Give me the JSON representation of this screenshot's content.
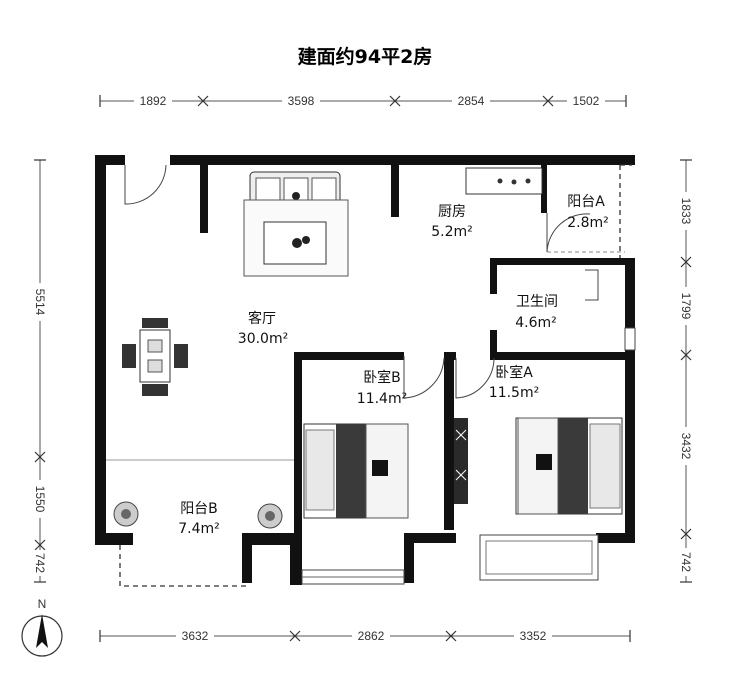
{
  "title": "建面约94平2房",
  "dims": {
    "top": [
      "1892",
      "3598",
      "2854",
      "1502"
    ],
    "bottom": [
      "3632",
      "2862",
      "3352"
    ],
    "left": [
      "5514",
      "1550",
      "742"
    ],
    "right": [
      "1833",
      "1799",
      "3432",
      "742"
    ]
  },
  "rooms": {
    "living": {
      "name": "客厅",
      "area": "30.0m²"
    },
    "kitchen": {
      "name": "厨房",
      "area": "5.2m²"
    },
    "balcony_a": {
      "name": "阳台A",
      "area": "2.8m²"
    },
    "bathroom": {
      "name": "卫生间",
      "area": "4.6m²"
    },
    "bedroom_a": {
      "name": "卧室A",
      "area": "11.5m²"
    },
    "bedroom_b": {
      "name": "卧室B",
      "area": "11.4m²"
    },
    "balcony_b": {
      "name": "阳台B",
      "area": "7.4m²"
    }
  },
  "compass": {
    "label": "N",
    "icon": "north-arrow-icon"
  }
}
